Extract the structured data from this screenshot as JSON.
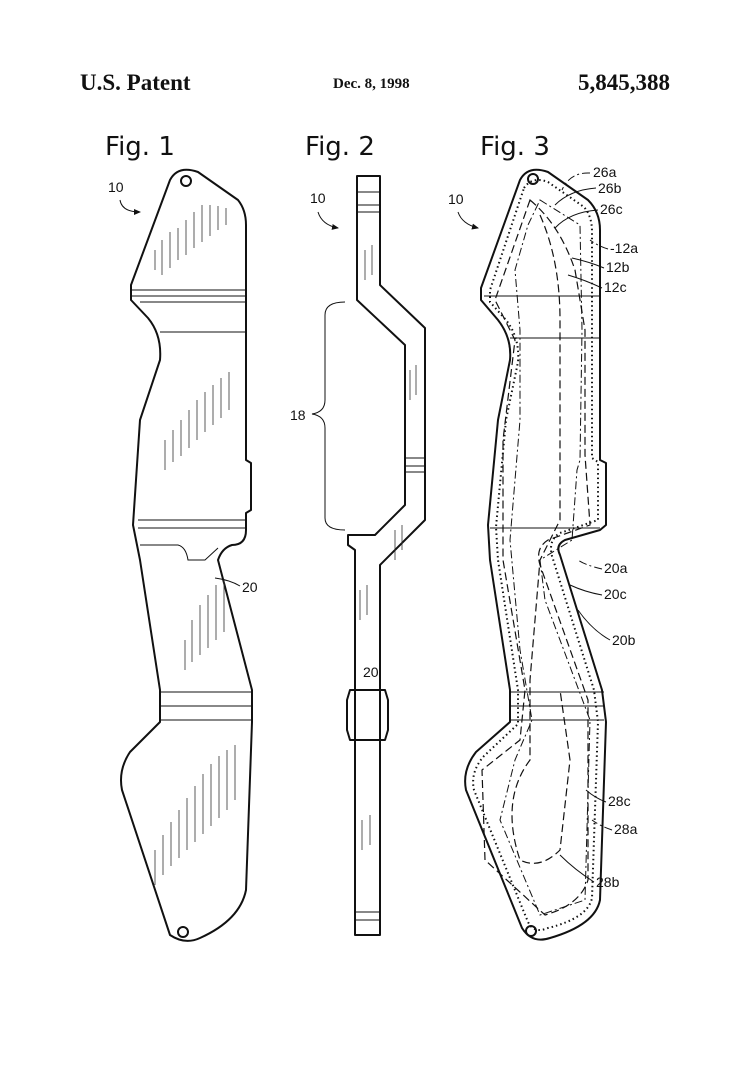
{
  "header": {
    "left": "U.S. Patent",
    "date": "Dec. 8, 1998",
    "patent_number": "5,845,388"
  },
  "figures": [
    {
      "title": "Fig. 1",
      "labels": [
        "10",
        "20"
      ]
    },
    {
      "title": "Fig. 2",
      "labels": [
        "10",
        "18",
        "20"
      ]
    },
    {
      "title": "Fig. 3",
      "labels": [
        "10",
        "26a",
        "26b",
        "26c",
        "-12a",
        "12b",
        "12c",
        "20a",
        "20c",
        "20b",
        "28c",
        "28a",
        "28b"
      ]
    }
  ]
}
